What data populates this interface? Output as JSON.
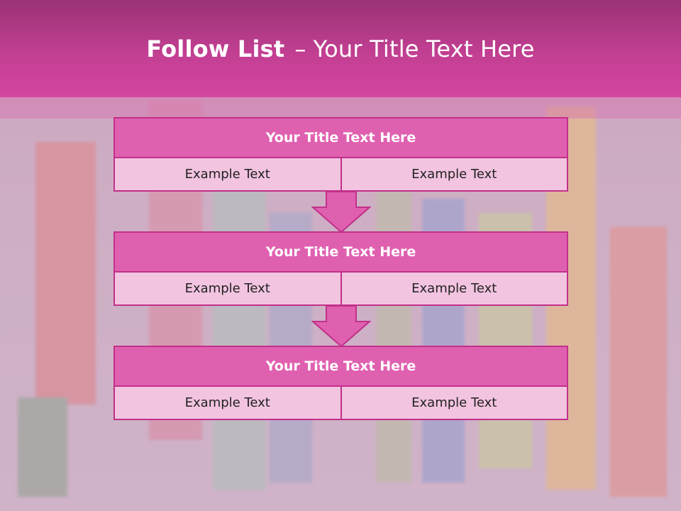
{
  "slide": {
    "title_bold": "Follow List",
    "title_separator": "–",
    "title_rest": "Your Title Text Here"
  },
  "steps": [
    {
      "title": "Your Title Text Here",
      "left_text": "Example Text",
      "right_text": "Example Text"
    },
    {
      "title": "Your Title Text Here",
      "left_text": "Example Text",
      "right_text": "Example Text"
    },
    {
      "title": "Your Title Text Here",
      "left_text": "Example Text",
      "right_text": "Example Text"
    }
  ],
  "colors": {
    "header": "#c23f92",
    "box_title_fill": "#e060b0",
    "box_cell_fill": "#f2c4e0",
    "border": "#c2308a",
    "arrow": "#e060b0"
  }
}
